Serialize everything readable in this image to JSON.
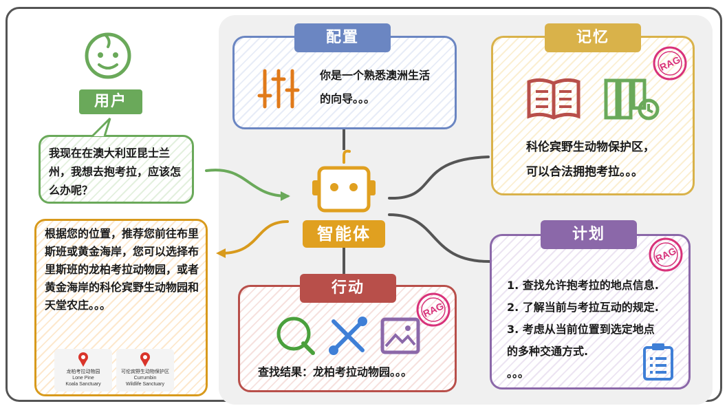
{
  "user": {
    "label": "用户",
    "message": "我现在在澳大利亚昆士兰州，我想去抱考拉，应该怎么办呢？",
    "reply": "根据您的位置，推荐您前往布里斯班或黄金海岸，您可以选择布里斯班的龙柏考拉动物园，或者黄金海岸的科伦宾野生动物园和天堂农庄。。。"
  },
  "places": [
    {
      "cn": "龙柏考拉动物园",
      "en1": "Lone Pine",
      "en2": "Koala Sanctuary"
    },
    {
      "cn": "可伦宾野生动物保护区",
      "en1": "Currumbin",
      "en2": "Wildlife Sanctuary"
    }
  ],
  "agent": {
    "label": "智能体"
  },
  "config": {
    "label": "配置",
    "text": "你是一个熟悉澳洲生活的向导。。。"
  },
  "memory": {
    "label": "记忆",
    "text_line1": "科伦宾野生动物保护区，",
    "text_line2": "可以合法拥抱考拉。。。",
    "badge": "RAG"
  },
  "plan": {
    "label": "计划",
    "items": [
      "1. 查找允许抱考拉的地点信息.",
      "2. 了解当前与考拉互动的规定.",
      "3. 考虑从当前位置到选定地点",
      "的多种交通方式.",
      "。。。"
    ],
    "badge": "RAG"
  },
  "action": {
    "label": "行动",
    "result": "查找结果：龙柏考拉动物园。。。",
    "badge": "RAG"
  },
  "colors": {
    "config": "#6b86c2",
    "memory": "#d9b24a",
    "plan": "#8b68a9",
    "action": "#b84f4a",
    "user": "#6aa95a",
    "reply": "#d89a1c",
    "agent": "#e0a020"
  },
  "icons": {
    "config": "sliders-icon",
    "memory": [
      "book-icon",
      "archive-history-icon"
    ],
    "action": [
      "search-icon",
      "tools-icon",
      "image-icon"
    ],
    "plan": "clipboard-icon",
    "user": "smiley-face-icon",
    "agent": "robot-icon"
  }
}
